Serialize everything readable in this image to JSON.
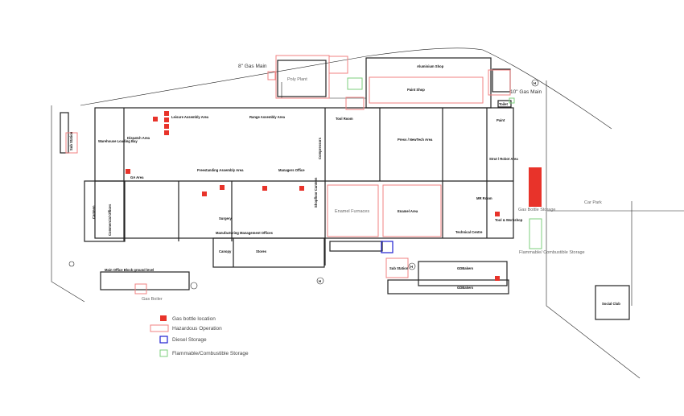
{
  "labels": {
    "gas_main_8": "8\" Gas Main",
    "gas_main_10": "10\" Gas Main",
    "poly_plant": "Poly Plant",
    "aluminium_shop": "Aluminium Shop",
    "paint_shop": "Paint Shop",
    "toilet": "Toilet",
    "sub_station_left": "Sub Station",
    "leisure_assembly": "Leisure Assembly Area",
    "range_assembly": "Range Assembly Area",
    "tool_room": "Tool Room",
    "warehouse_loading": "Warehouse Loading Bay",
    "dispatch": "Dispatch Area",
    "compressors": "Compressors",
    "press_newtech": "Press / NewTech Area",
    "paint": "Paint",
    "ga_area": "GA Area",
    "freestanding": "Freestanding Assembly Area",
    "managers_office": "Managers Office",
    "strut_robot": "Strut / Robot Area",
    "canteen": "Canteen",
    "commercial_offices": "Commercial Offices",
    "surgery": "Surgery",
    "mfg_offices": "Manufacturing Management Offices",
    "shopfloor_canteen": "Shopfloor Canteen",
    "enamel_furnaces": "Enamel Furnaces",
    "enamel_area": "Enamel Area",
    "mr_room": "MR Room",
    "gas_bottle_storage": "Gas Bottle Storage",
    "car_park": "Car Park",
    "tool_workshop": "Tool & Workshop",
    "technical_centre": "Technical Centre",
    "flammable_storage": "Flammable/ Combustible Storage",
    "canopy": "Canopy",
    "stores": "Stores",
    "main_office": "Main Office Block ground level",
    "gas_boiler": "Gas Boiler",
    "sub_station_bottom": "Sub Station",
    "bakers_1": "GDBakers",
    "bakers_2": "GDBakers",
    "social_club": "Social Club",
    "hydrant": "H"
  },
  "legend": [
    {
      "label": "Gas bottle location",
      "color": "#e8332a"
    },
    {
      "label": "Hazardous Operation",
      "color": "#f08080"
    },
    {
      "label": "Diesel Storage",
      "color": "#2020d0"
    },
    {
      "label": "Flammable/Combustible Storage",
      "color": "#7ccf7c"
    }
  ]
}
